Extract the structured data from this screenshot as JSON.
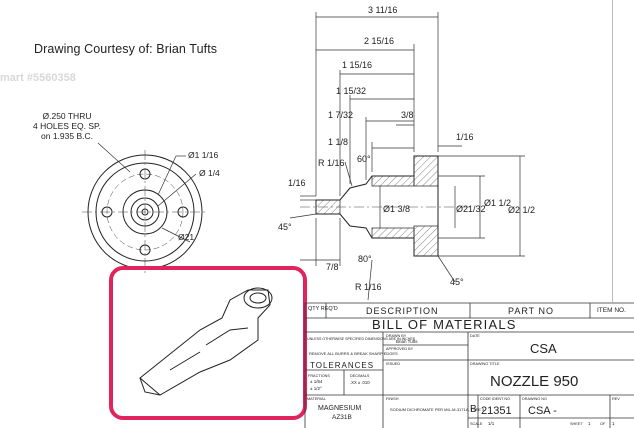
{
  "credit": "Drawing Courtesy of: Brian Tufts",
  "watermark": "mart #5560358",
  "note_lines": [
    "Ø.250 THRU",
    "4 HOLES EQ. SP.",
    "on 1.935 B.C."
  ],
  "dims": {
    "d1": "3 11/16",
    "d2": "2 15/16",
    "d3": "1 15/16",
    "d4": "1 15/32",
    "d5": "1 7/32",
    "d6": "1 1/8",
    "d7": "3/8",
    "d8": "1/16",
    "r1": "R 1/16",
    "angle1": "60°",
    "d9": "1/16",
    "d10": "Ø1 3/8",
    "d11": "Ø21/32",
    "d12": "Ø1 1/2",
    "d13": "Ø2 1/2",
    "angle2": "45°",
    "d14": "7/8",
    "angle3": "80°",
    "r2": "R 1/16",
    "angle4": "45°",
    "front1": "Ø1 1/16",
    "front2": "Ø 1/4",
    "front3": "Ø21"
  },
  "bom": {
    "qty_header": "QTY REQ'D",
    "desc_header": "DESCRIPTION",
    "part_header": "PART NO",
    "item_header": "ITEM NO.",
    "title": "BILL OF MATERIALS",
    "unless": "UNLESS OTHERWISE SPECIFIED DIMENSIONS ARE IN INCHES",
    "drawn_by_label": "DRAWN BY",
    "drawn_by": "Brian Tufts",
    "date_label": "DATE",
    "approved_label": "APPROVED BY",
    "remove_burrs": "REMOVE ALL BURRS & BREAK SHARP EDGES",
    "company": "CSA",
    "tolerances": "TOLERANCES",
    "fractions_label": "FRACTIONS",
    "fractions": "± 1/64",
    "decimals_label": "DECIMALS",
    "decimals": ".XX ± .010",
    "angles": "± 1/2°",
    "issued_label": "ISSUED",
    "drawing_title_label": "DRAWING TITLE",
    "drawing_title": "NOZZLE 950",
    "material_label": "MATERIAL",
    "material_1": "MAGNESIUM",
    "material_2": "AZ31B",
    "finish_label": "FINISH",
    "finish": "SODIUM DICHROMATE PER MIL-M-3171A, TYPE 4",
    "size": "B",
    "code_label": "CODE IDENT NO",
    "code": "21351",
    "drawing_no_label": "DRAWING NO",
    "drawing_no": "CSA -",
    "rev_label": "REV",
    "scale_label": "SCALE",
    "scale": "1/1",
    "sheet_label": "SHEET",
    "sheet": "1",
    "of_label": "OF",
    "of": "1"
  },
  "highlight_color": "#e0245e"
}
